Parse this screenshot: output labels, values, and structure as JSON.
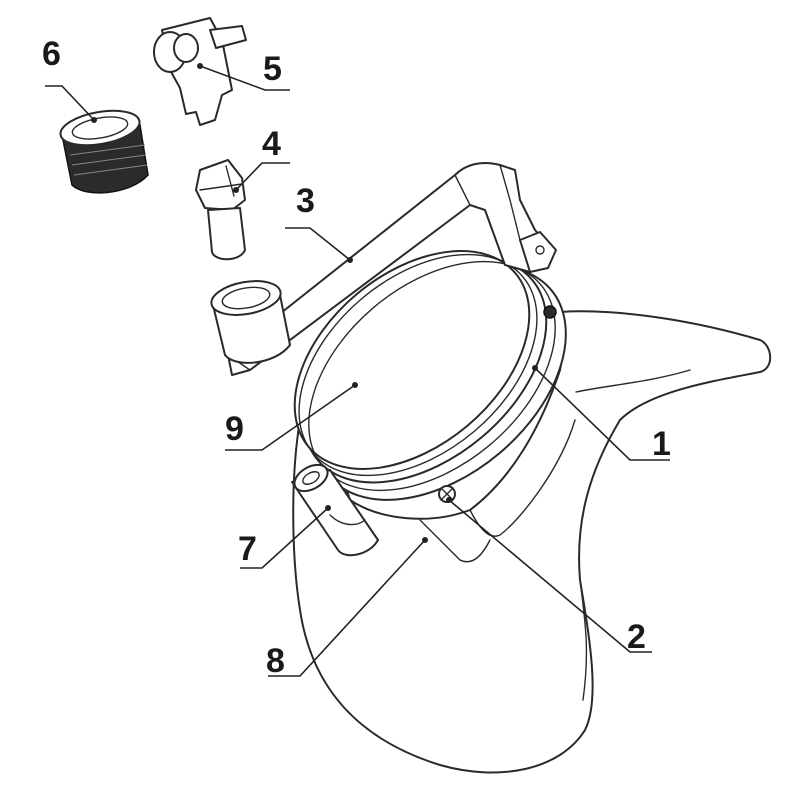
{
  "callouts": [
    {
      "id": "1",
      "label": "1"
    },
    {
      "id": "2",
      "label": "2"
    },
    {
      "id": "3",
      "label": "3"
    },
    {
      "id": "4",
      "label": "4"
    },
    {
      "id": "5",
      "label": "5"
    },
    {
      "id": "6",
      "label": "6"
    },
    {
      "id": "7",
      "label": "7"
    },
    {
      "id": "8",
      "label": "8"
    },
    {
      "id": "9",
      "label": "9"
    }
  ],
  "colors": {
    "line": "#2a2a2a",
    "background": "#ffffff",
    "knurl": "#2b2b2b"
  }
}
